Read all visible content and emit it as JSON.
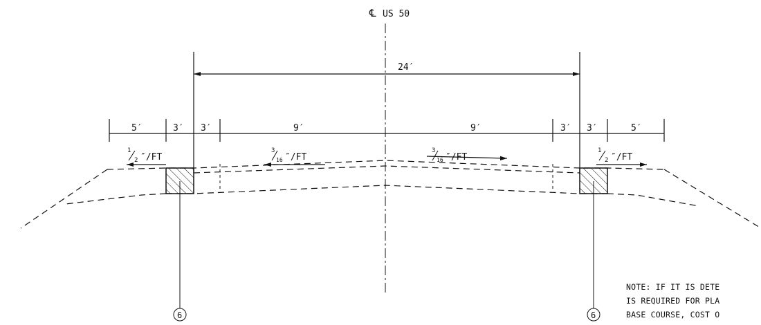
{
  "centerline": {
    "symbol": "℄",
    "label": "US 50"
  },
  "overall_width": "24′",
  "dimensions": {
    "left_outer": "5′",
    "left_mid": "3′",
    "left_inner": "3′",
    "left_lane": "9′",
    "right_lane": "9′",
    "right_inner": "3′",
    "right_mid": "3′",
    "right_outer": "5′"
  },
  "slopes": {
    "left_shoulder": {
      "num": "1",
      "den": "2",
      "unit": "″/FT"
    },
    "left_lane": {
      "num": "3",
      "den": "16",
      "unit": "″/FT"
    },
    "right_lane": {
      "num": "3",
      "den": "16",
      "unit": "″/FT"
    },
    "right_shoulder": {
      "num": "1",
      "den": "2",
      "unit": "″/FT"
    }
  },
  "callouts": {
    "left": "6",
    "right": "6"
  },
  "note": {
    "line1": "NOTE:  IF IT IS DETE",
    "line2": "IS REQUIRED FOR PLA",
    "line3": "BASE COURSE, COST O"
  }
}
